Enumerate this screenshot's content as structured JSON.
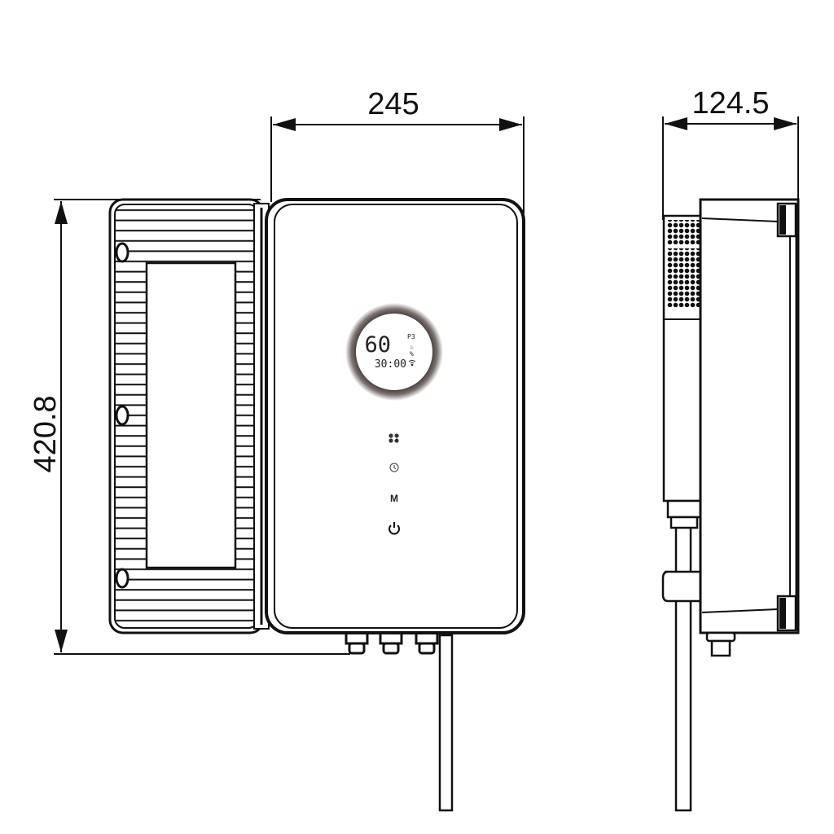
{
  "dimensions": {
    "width": "245",
    "depth": "124.5",
    "height": "420.8"
  },
  "display": {
    "temperature": "60",
    "mode": "P3",
    "unit": "%",
    "timer": "30:00"
  },
  "buttons": {
    "fan": "fan-icon",
    "timer": "clock-icon",
    "mode": "M",
    "power": "power-icon"
  },
  "colors": {
    "line": "#111111",
    "ring": "#5a5250"
  }
}
